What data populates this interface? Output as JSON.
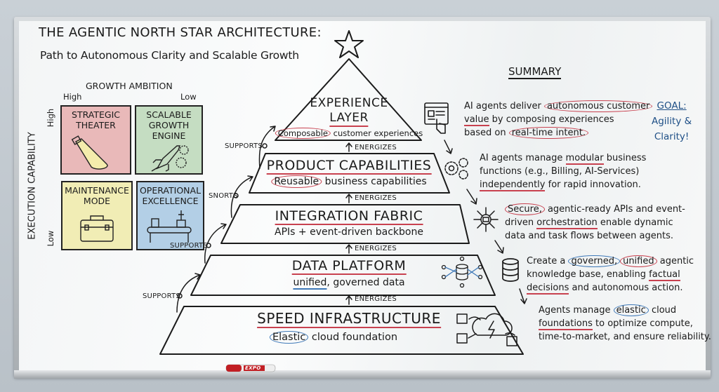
{
  "title": "THE AGENTIC NORTH STAR ARCHITECTURE:",
  "subtitle": "Path to Autonomous Clarity and Scalable Growth",
  "matrix": {
    "x_axis": "GROWTH AMBITION",
    "x_high": "High",
    "x_low": "Low",
    "y_axis": "EXECUTION CAPABILITY",
    "y_high": "High",
    "y_low": "Low",
    "quadrants": [
      {
        "label": "STRATEGIC THEATER",
        "color": "#e9b9b9",
        "icon": "spotlight-icon"
      },
      {
        "label": "SCALABLE GROWTH ENGINE",
        "color": "#c5ddc2",
        "icon": "rocket-gears-icon"
      },
      {
        "label": "MAINTENANCE MODE",
        "color": "#f1edb5",
        "icon": "toolbox-icon"
      },
      {
        "label": "OPERATIONAL EXCELLENCE",
        "color": "#b3cfe6",
        "icon": "conveyor-icon"
      }
    ]
  },
  "supports": [
    "SUPPORTS",
    "SNORTS",
    "SUPPORTS",
    "SUPPORTS"
  ],
  "energizes": "ENERGIZES",
  "layers": [
    {
      "title": "EXPERIENCE LAYER",
      "title_lines": [
        "EXPERIENCE",
        "LAYER"
      ],
      "sub": [
        {
          "t": "Composable",
          "m": "circ-red"
        },
        {
          "t": " customer experiences"
        }
      ]
    },
    {
      "title": "PRODUCT CAPABILITIES",
      "sub": [
        {
          "t": "Reusable",
          "m": "circ-red"
        },
        {
          "t": " business capabilities"
        }
      ]
    },
    {
      "title": "INTEGRATION FABRIC",
      "sub": [
        {
          "t": "APIs + event-driven backbone"
        }
      ]
    },
    {
      "title": "DATA PLATFORM",
      "sub": [
        {
          "t": "unified",
          "m": "ul-blue"
        },
        {
          "t": ", governed data"
        }
      ]
    },
    {
      "title": "SPEED INFRASTRUCTURE",
      "sub": [
        {
          "t": "Elastic",
          "m": "circ-blue"
        },
        {
          "t": " cloud foundation"
        }
      ]
    }
  ],
  "summary": {
    "heading": "SUMMARY",
    "items": [
      {
        "icon": "web-touch-icon",
        "lines": [
          [
            {
              "t": "AI agents deliver "
            },
            {
              "t": "autonomous customer",
              "m": "circ-red"
            }
          ],
          [
            {
              "t": "value",
              "m": "ul-red"
            },
            {
              "t": " by composing experiences"
            }
          ],
          [
            {
              "t": "based on "
            },
            {
              "t": "real-time intent.",
              "m": "circ-red"
            }
          ]
        ]
      },
      {
        "icon": "gears-icon",
        "lines": [
          [
            {
              "t": "AI agents manage "
            },
            {
              "t": "modular",
              "m": "ul-red"
            },
            {
              "t": " business"
            }
          ],
          [
            {
              "t": "functions (e.g., Billing, AI-Services)"
            }
          ],
          [
            {
              "t": "independently",
              "m": "ul-red"
            },
            {
              "t": " for rapid innovation."
            }
          ]
        ]
      },
      {
        "icon": "network-hub-icon",
        "lines": [
          [
            {
              "t": "Secure,",
              "m": "circ-red"
            },
            {
              "t": " agentic-ready APIs and event-"
            }
          ],
          [
            {
              "t": "driven "
            },
            {
              "t": "orchestration",
              "m": "ul-red"
            },
            {
              "t": " enable dynamic"
            }
          ],
          [
            {
              "t": "data and task flows between agents."
            }
          ]
        ]
      },
      {
        "icon": "database-icon",
        "lines": [
          [
            {
              "t": "Create a "
            },
            {
              "t": "governed,",
              "m": "circ-blue"
            },
            {
              "t": "unified",
              "m": "circ-red"
            },
            {
              "t": " agentic"
            }
          ],
          [
            {
              "t": "knowledge base, enabling "
            },
            {
              "t": "factual",
              "m": "ul-red"
            }
          ],
          [
            {
              "t": "decisions",
              "m": "ul-red"
            },
            {
              "t": " and autonomous action."
            }
          ]
        ]
      },
      {
        "icon": "cloud-ai-chips-icon",
        "lines": [
          [
            {
              "t": "Agents manage "
            },
            {
              "t": "elastic",
              "m": "circ-blue"
            },
            {
              "t": " cloud"
            }
          ],
          [
            {
              "t": "foundations",
              "m": "ul-red"
            },
            {
              "t": " to optimize compute,"
            }
          ],
          [
            {
              "t": "time-to-market, and ensure reliability."
            }
          ]
        ]
      }
    ]
  },
  "goal": {
    "label": "GOAL:",
    "lines": [
      "Agility &",
      "Clarity!"
    ]
  },
  "marker_brand": "EXPO",
  "colors": {
    "red_marker": "#c8414f",
    "blue_marker": "#3f79b8",
    "ink": "#1b1b1b"
  }
}
